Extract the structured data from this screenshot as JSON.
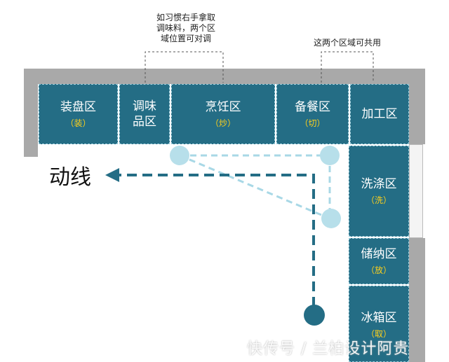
{
  "callouts": {
    "left_line1": "如习惯右手拿取",
    "left_line2": "调味料，两个区",
    "left_line3": "域位置可对调",
    "right": "这两个区域可共用"
  },
  "zones": {
    "plating": {
      "name": "装盘区",
      "sub": "（装）"
    },
    "seasoning": {
      "name1": "调味",
      "name2": "品区"
    },
    "cooking": {
      "name": "烹饪区",
      "sub": "（炒）"
    },
    "prep": {
      "name": "备餐区",
      "sub": "（切）"
    },
    "processing": {
      "name": "加工区"
    },
    "washing": {
      "name": "洗涤区",
      "sub": "（洗）"
    },
    "storage": {
      "name": "储纳区",
      "sub": "（放）"
    },
    "fridge": {
      "name": "冰箱区",
      "sub": "（取）"
    }
  },
  "flow_label": "动线",
  "watermark": "快传号 / 兰柏设计阿贵",
  "colors": {
    "counter": "#246d85",
    "wall": "#a9a9a9",
    "accent_text": "#ffd11a",
    "main_path": "#246d85",
    "secondary_path": "#a8d8e6"
  }
}
